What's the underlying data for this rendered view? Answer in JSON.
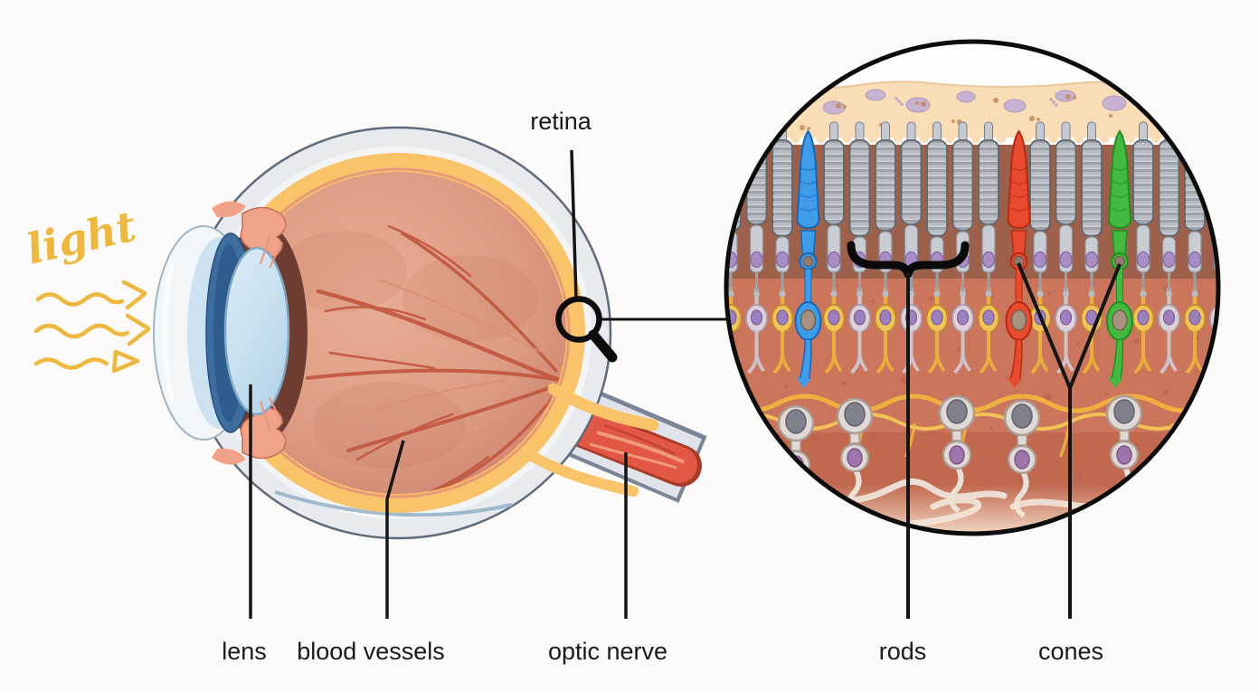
{
  "figure": {
    "type": "anatomical diagram",
    "subject": "Human eye cross-section with magnified retina inset showing rods and cones",
    "annotations": {
      "light": "light",
      "retina": "retina",
      "lens": "lens",
      "blood_vessels": "blood vessels",
      "optic_nerve": "optic nerve",
      "rods": "rods",
      "cones": "cones"
    },
    "colors": {
      "background": "#fbfaf9",
      "label_text": "#1a1a1a",
      "light_annotation": "#edb83f",
      "sclera": "#e7eaee",
      "choroid": "#f9c469",
      "vitreous": "#dd9b84",
      "blood_vessel": "#c35942",
      "iris": "#3e6d9f",
      "lens": "#c6dded",
      "optic_nerve_core": "#e25845",
      "rod_gray": "#b7bbc2",
      "cone_blue": "#3f9ce8",
      "cone_red": "#e84a2e",
      "cone_green": "#43ba3f"
    }
  }
}
